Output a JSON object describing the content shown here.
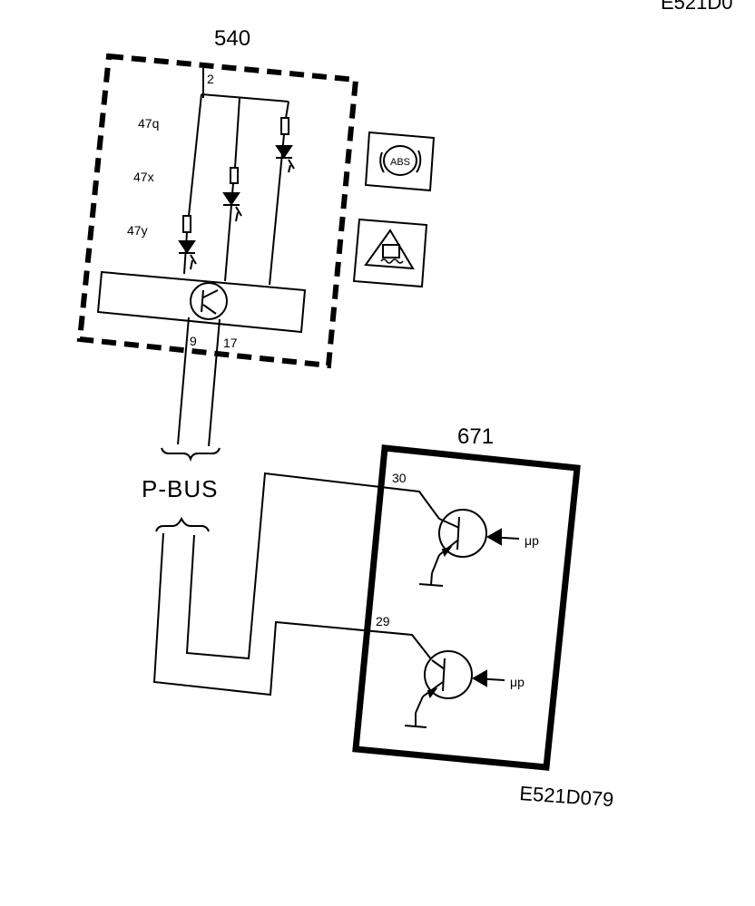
{
  "diagram": {
    "corner_label": "E521D0",
    "module_540": {
      "number": "540",
      "pin_top": "2",
      "pin_9": "9",
      "pin_17": "17",
      "leds": [
        "47q",
        "47x",
        "47y"
      ]
    },
    "warning_icons": {
      "abs_text": "ABS",
      "abs_icon": "abs-warning-icon",
      "traction_icon": "traction-control-warning-icon"
    },
    "bus_label": "P-BUS",
    "module_671": {
      "number": "671",
      "pin_30": "30",
      "pin_29": "29",
      "driver_label_1": "μp",
      "driver_label_2": "μp"
    },
    "figure_code": "E521D079"
  }
}
